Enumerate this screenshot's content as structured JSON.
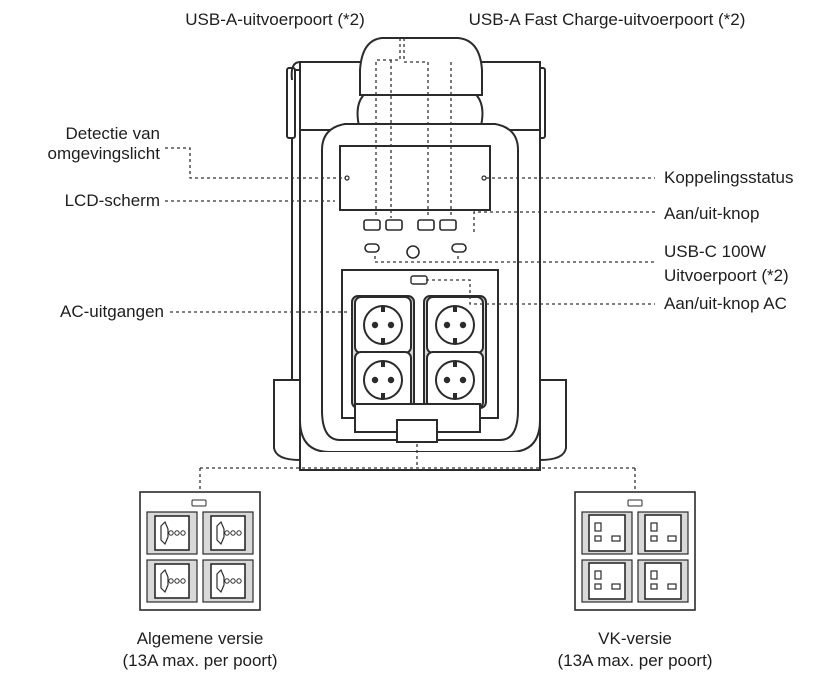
{
  "labels": {
    "usb_a_output": "USB-A-uitvoerpoort (*2)",
    "usb_a_fast_output": "USB-A Fast Charge-uitvoerpoort (*2)",
    "ambient_light_line1": "Detectie van",
    "ambient_light_line2": "omgevingslicht",
    "lcd_screen": "LCD-scherm",
    "ac_outputs": "AC-uitgangen",
    "pairing_status": "Koppelingsstatus",
    "power_button": "Aan/uit-knop",
    "usbc_line1": "USB-C 100W",
    "usbc_line2": "Uitvoerpoort (*2)",
    "ac_power_button": "Aan/uit-knop AC"
  },
  "versions": {
    "general_title": "Algemene versie",
    "general_note": "(13A max. per poort)",
    "uk_title": "VK-versie",
    "uk_note": "(13A max. per poort)"
  },
  "colors": {
    "stroke": "#2b2b2b",
    "body_fill": "#ffffff",
    "shade": "#d9d9d9",
    "leader": "#333333"
  }
}
